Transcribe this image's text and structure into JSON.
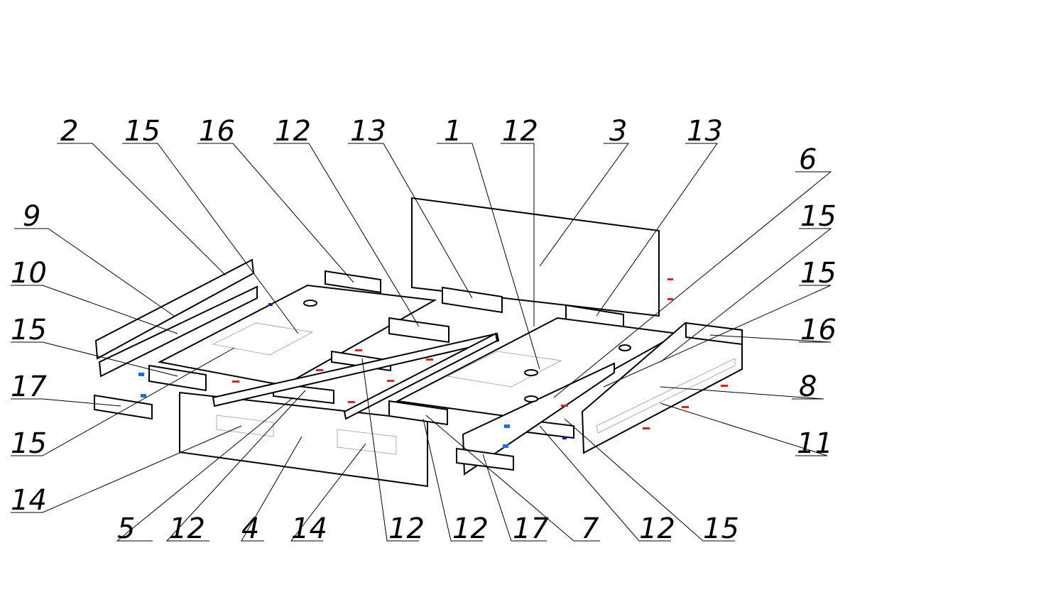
{
  "diagram": {
    "title": "Bed assembly exploded view",
    "labels_top": [
      "2",
      "15",
      "16",
      "12",
      "13",
      "1",
      "12",
      "3",
      "13"
    ],
    "labels_right": [
      "6",
      "15",
      "15",
      "16",
      "8",
      "11"
    ],
    "labels_left": [
      "9",
      "10",
      "15",
      "17",
      "15",
      "14"
    ],
    "labels_bottom": [
      "5",
      "12",
      "4",
      "14",
      "12",
      "12",
      "17",
      "7",
      "12",
      "15"
    ],
    "colors": {
      "line": "#000000",
      "fastener_red": "#e02020",
      "fastener_blue": "#1a6fe0",
      "fastener_dark_blue": "#1a1aa0"
    }
  }
}
